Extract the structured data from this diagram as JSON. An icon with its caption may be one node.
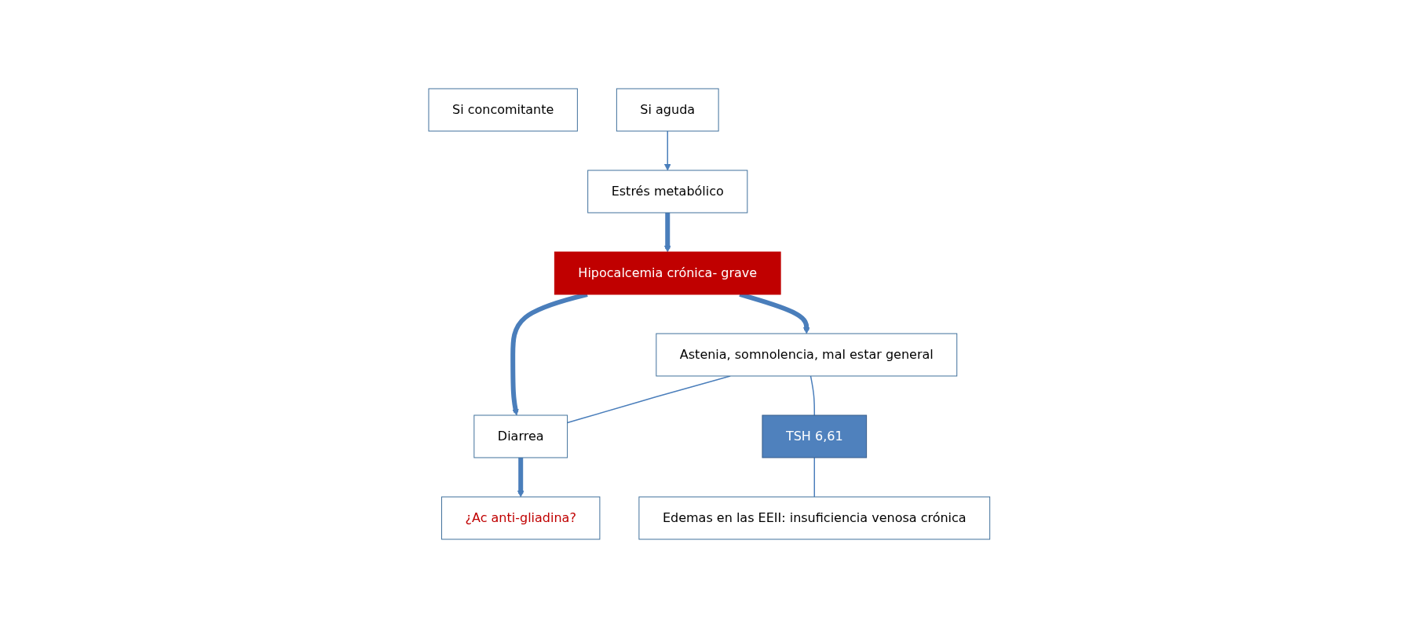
{
  "diagram": {
    "nodes": [
      {
        "text": [
          "Astenia, somnolencia, mal estar general"
        ]
      },
      {
        "text": [
          "Si concomitante"
        ]
      },
      {
        "text": [
          "Hipocalcemia crónica- grave"
        ]
      },
      {
        "text": [
          "TSH 6,61"
        ]
      },
      {
        "text": [
          "¿Ac anti-gliadina?"
        ]
      },
      {
        "text": [
          "Diarrea"
        ]
      },
      {
        "text": [
          "Si aguda"
        ]
      },
      {
        "text": [
          "Estrés metabólico"
        ]
      },
      {
        "text": [
          "Edemas en las EEII: insuficiencia venosa crónica"
        ]
      }
    ],
    "edges": [
      {
        "from": 2,
        "to": 0,
        "arrow": "to",
        "style": "thick"
      },
      {
        "from": 2,
        "to": 5,
        "arrow": "to",
        "style": "thick"
      },
      {
        "from": 7,
        "to": 2,
        "arrow": "to",
        "style": "thick"
      },
      {
        "from": 5,
        "to": 4,
        "arrow": "to",
        "style": "thick"
      },
      {
        "from": 6,
        "to": 7,
        "arrow": "to"
      },
      {
        "from": 0,
        "to": 5,
        "arrow": "none"
      },
      {
        "from": 0,
        "to": 3,
        "arrow": "none"
      },
      {
        "from": 3,
        "to": 8,
        "arrow": "none"
      }
    ]
  }
}
